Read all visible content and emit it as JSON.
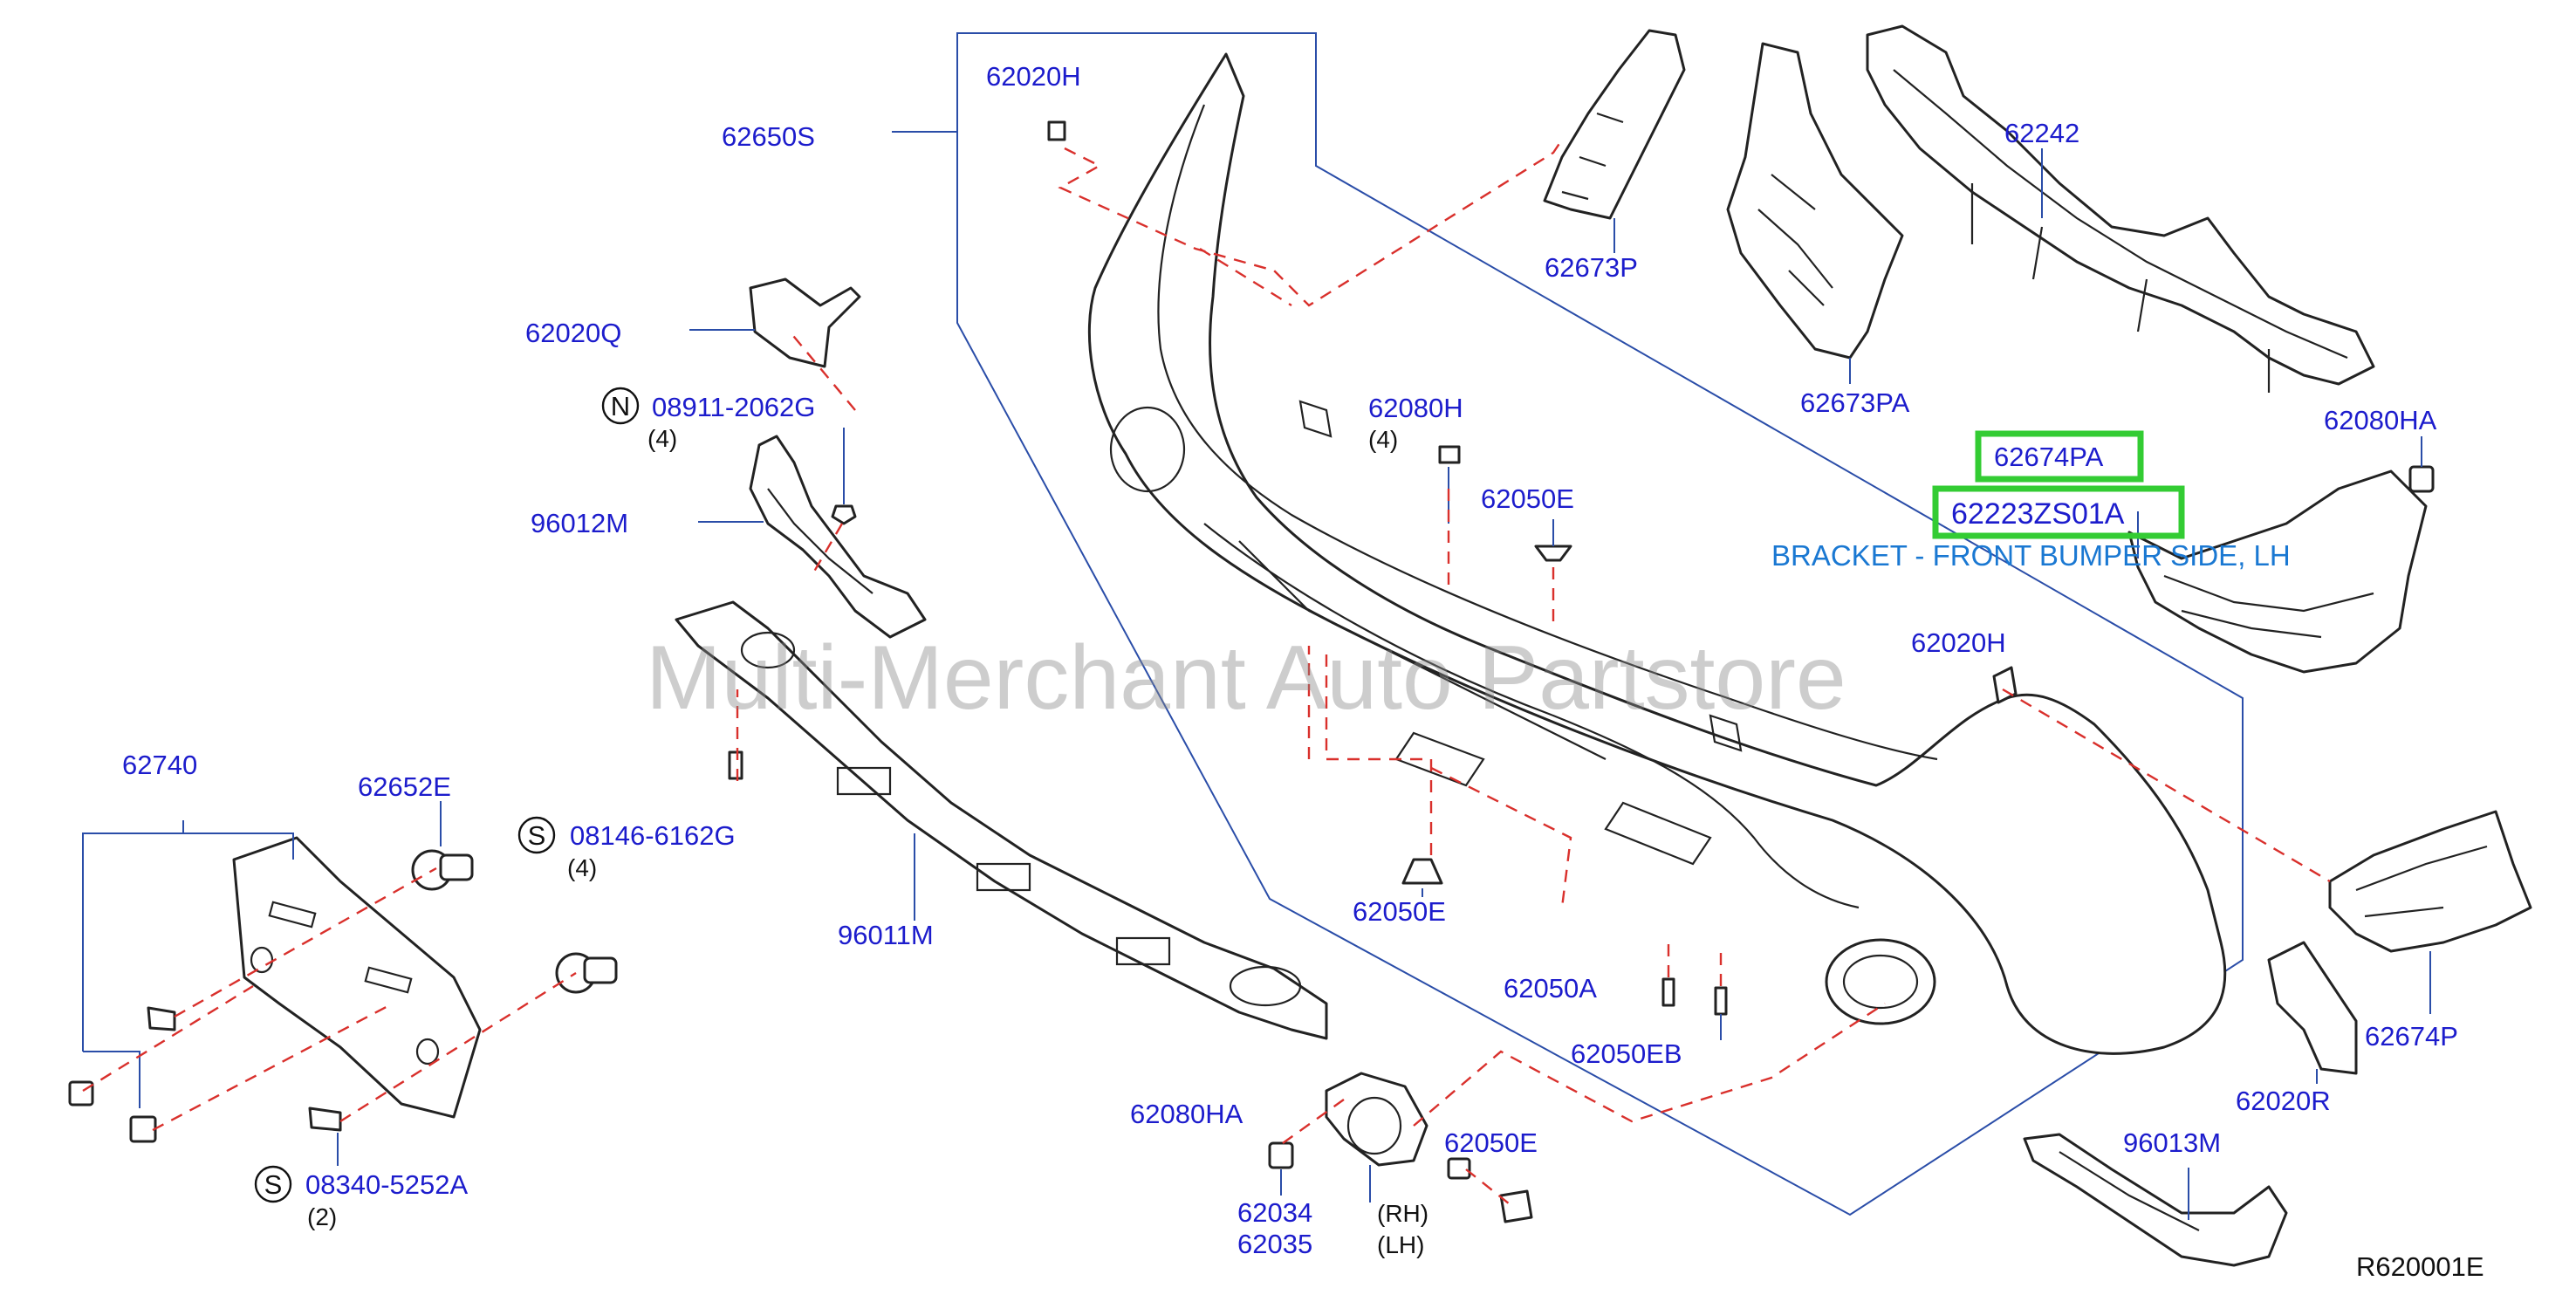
{
  "watermark": "Multi-Merchant Auto Partstore",
  "highlight": {
    "part_a": "62674PA",
    "part_b": "62223ZS01A",
    "description": "BRACKET - FRONT BUMPER SIDE, LH"
  },
  "labels": {
    "l_62650S": "62650S",
    "l_62020H_top": "62020H",
    "l_62673P": "62673P",
    "l_62673PA": "62673PA",
    "l_62242": "62242",
    "l_62080HA_right": "62080HA",
    "l_62020Q": "62020Q",
    "l_08911": "08911-2062G",
    "l_96012M": "96012M",
    "l_62080H": "62080H",
    "l_62050E_mid": "62050E",
    "l_62020H_right": "62020H",
    "l_62740": "62740",
    "l_62652E": "62652E",
    "l_08146": "08146-6162G",
    "l_96011M": "96011M",
    "l_62050E_low": "62050E",
    "l_62050A": "62050A",
    "l_62050EB": "62050EB",
    "l_62674P": "62674P",
    "l_62020R": "62020R",
    "l_62080HA_low": "62080HA",
    "l_62050E_bottom": "62050E",
    "l_96013M": "96013M",
    "l_62034": "62034",
    "l_62035": "62035",
    "l_08340": "08340-5252A"
  },
  "counts": {
    "c_08911": "(4)",
    "c_62080H": "(4)",
    "c_08146": "(4)",
    "c_08340": "(2)"
  },
  "symbols": {
    "s_N": "N",
    "s_S1": "S",
    "s_S2": "S"
  },
  "side_labels": {
    "rh": "(RH)",
    "lh": "(LH)"
  },
  "diagram_code": "R620001E"
}
